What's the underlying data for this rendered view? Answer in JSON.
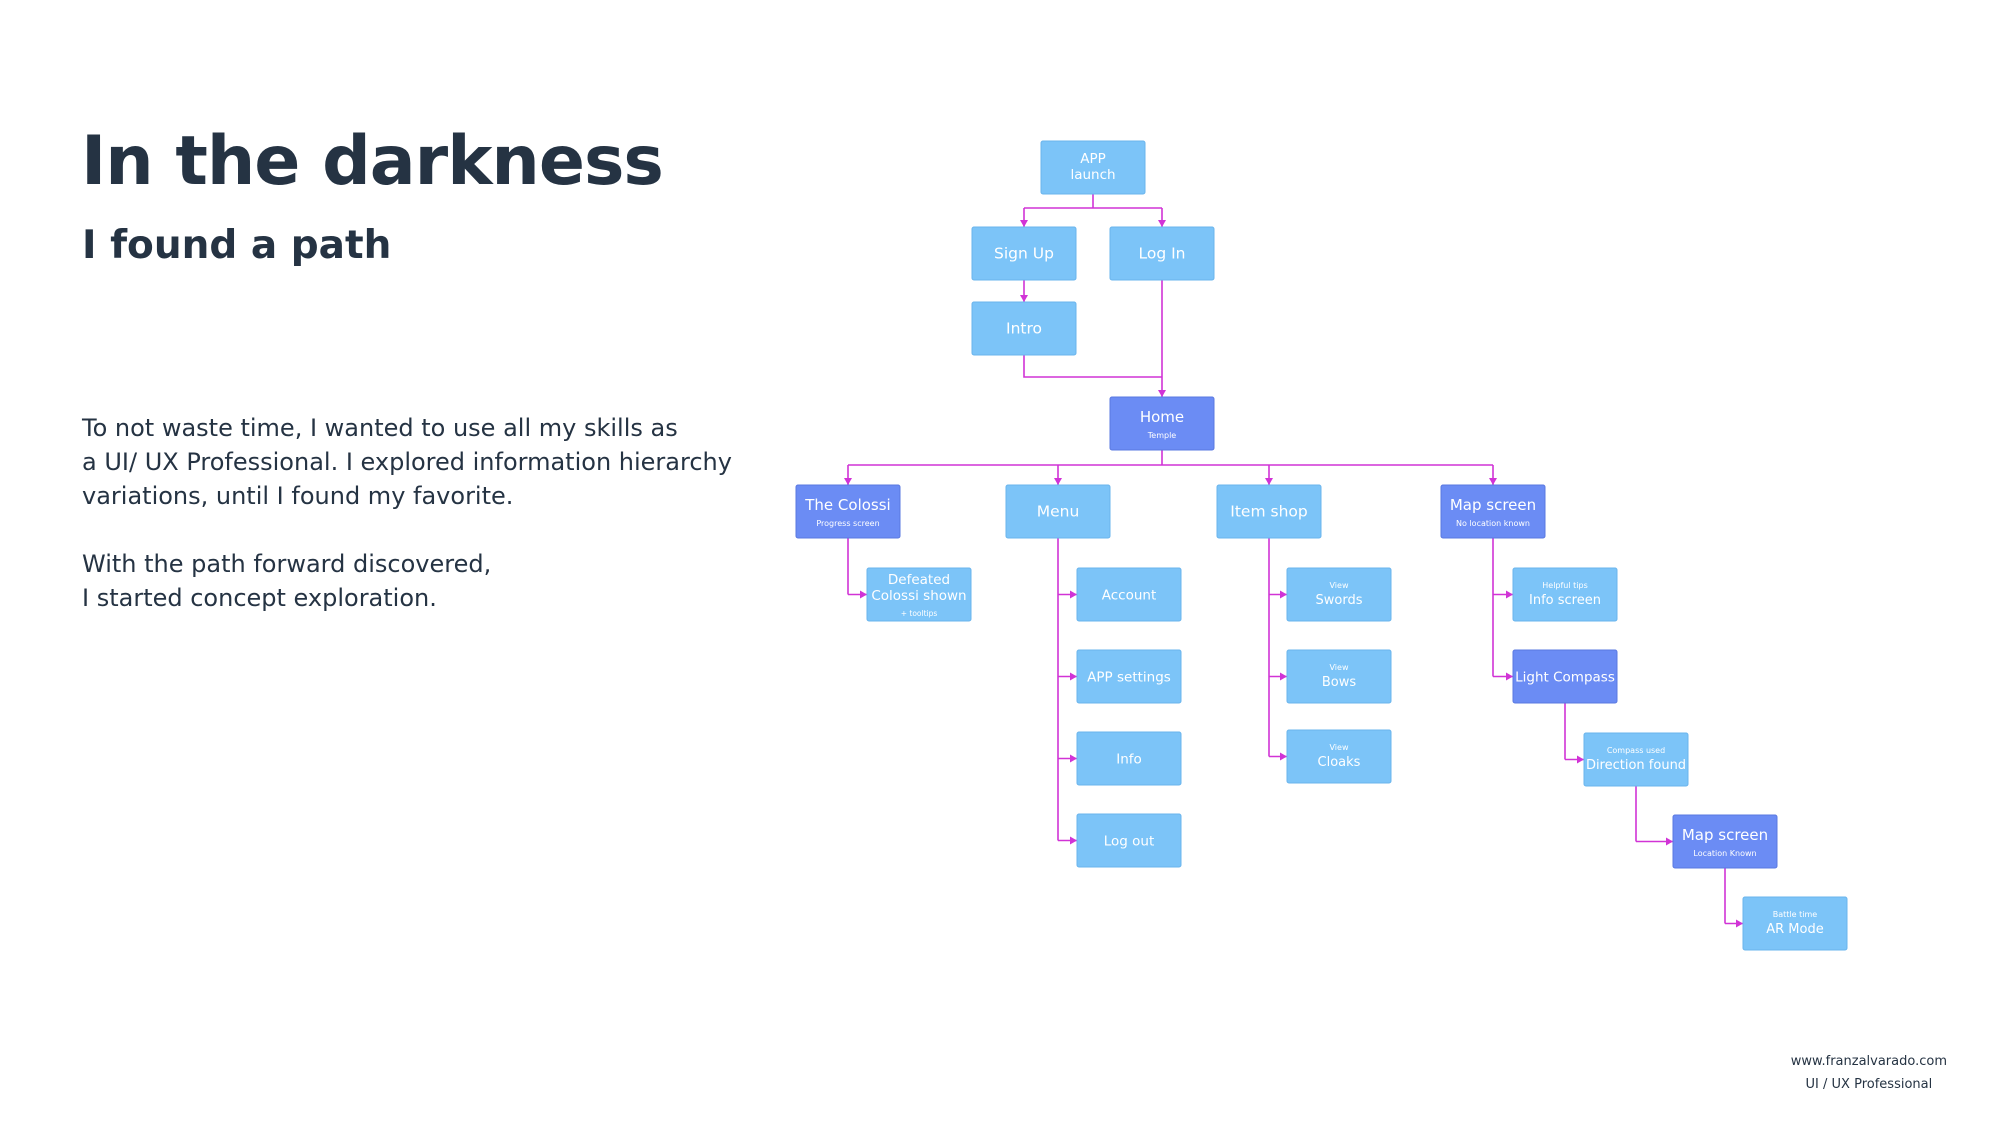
{
  "heading": {
    "title": "In the darkness",
    "subtitle": "I found a path"
  },
  "body": {
    "p1": [
      "To not waste time, I wanted to use all my skills as",
      "a UI/ UX Professional. I explored information hierarchy",
      "variations, until I found my favorite."
    ],
    "p2": [
      "With the path forward discovered,",
      "I started concept exploration."
    ]
  },
  "footer": {
    "website": "www.franzalvarado.com",
    "role": "UI / UX Professional"
  },
  "colors": {
    "light_node": "#7cc4f8",
    "dark_node": "#6b8cf4",
    "connector": "#d133d6",
    "text": "#253343"
  },
  "diagram": {
    "nodes": [
      {
        "id": "app",
        "label": "APP\nlaunch",
        "sub": "",
        "kind": "light"
      },
      {
        "id": "signup",
        "label": "Sign Up",
        "sub": "",
        "kind": "light"
      },
      {
        "id": "login",
        "label": "Log In",
        "sub": "",
        "kind": "light"
      },
      {
        "id": "intro",
        "label": "Intro",
        "sub": "",
        "kind": "light"
      },
      {
        "id": "home",
        "label": "Home",
        "sub": "Temple",
        "kind": "dark"
      },
      {
        "id": "colossi",
        "label": "The Colossi",
        "sub": "Progress screen",
        "kind": "dark"
      },
      {
        "id": "menu",
        "label": "Menu",
        "sub": "",
        "kind": "light"
      },
      {
        "id": "shop",
        "label": "Item shop",
        "sub": "",
        "kind": "light"
      },
      {
        "id": "map1",
        "label": "Map screen",
        "sub": "No location known",
        "kind": "dark"
      },
      {
        "id": "defeated",
        "label": "Defeated\nColossi shown",
        "sub": "+ tooltips",
        "kind": "light"
      },
      {
        "id": "account",
        "label": "Account",
        "sub": "",
        "kind": "light"
      },
      {
        "id": "settings",
        "label": "APP settings",
        "sub": "",
        "kind": "light"
      },
      {
        "id": "info",
        "label": "Info",
        "sub": "",
        "kind": "light"
      },
      {
        "id": "logout",
        "label": "Log out",
        "sub": "",
        "kind": "light"
      },
      {
        "id": "swords",
        "label": "Swords",
        "pre": "View",
        "kind": "light"
      },
      {
        "id": "bows",
        "label": "Bows",
        "pre": "View",
        "kind": "light"
      },
      {
        "id": "cloaks",
        "label": "Cloaks",
        "pre": "View",
        "kind": "light"
      },
      {
        "id": "tips",
        "label": "Info screen",
        "pre": "Helpful  tips",
        "kind": "light"
      },
      {
        "id": "compass",
        "label": "Light Compass",
        "sub": "",
        "kind": "dark"
      },
      {
        "id": "direction",
        "label": "Direction found",
        "pre": "Compass used",
        "kind": "light"
      },
      {
        "id": "map2",
        "label": "Map screen",
        "sub": "Location Known",
        "kind": "dark"
      },
      {
        "id": "ar",
        "label": "AR Mode",
        "pre": "Battle time",
        "kind": "light"
      }
    ]
  }
}
